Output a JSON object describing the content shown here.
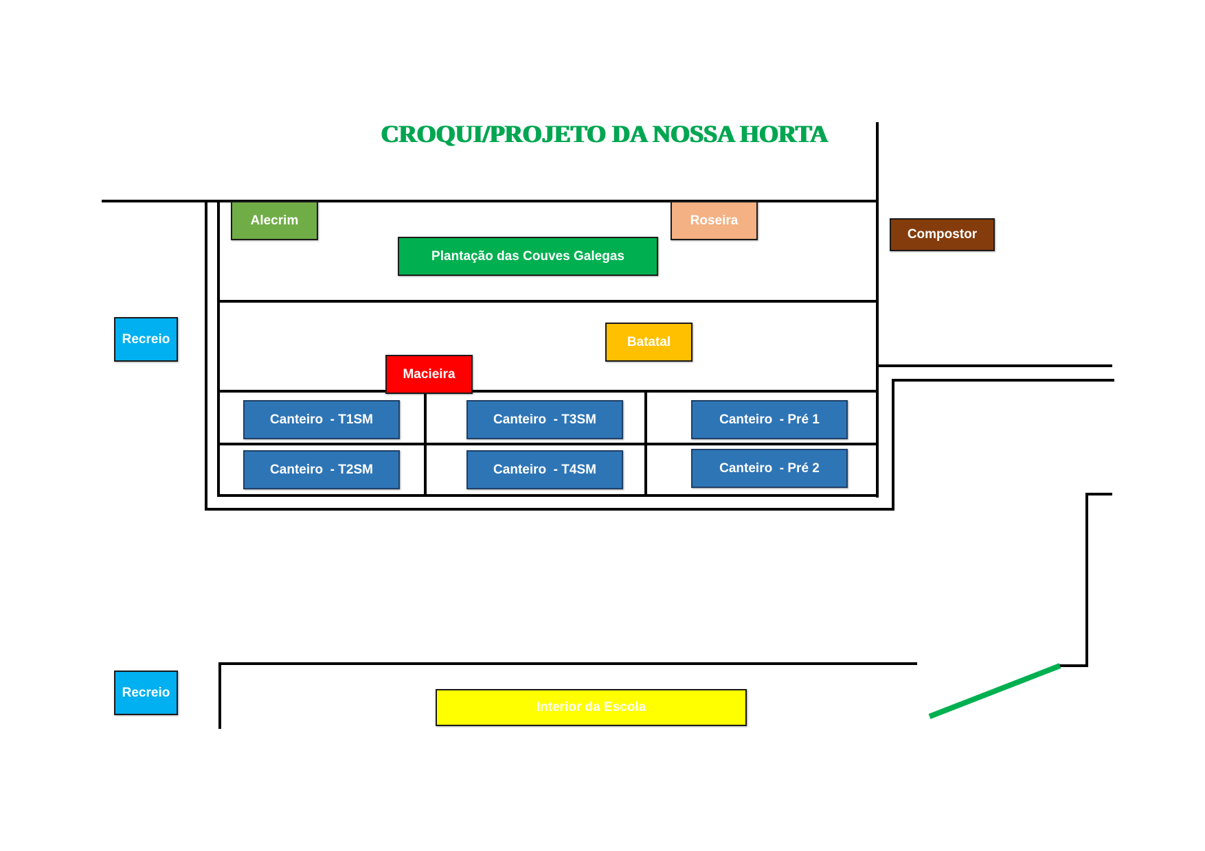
{
  "title": "CROQUI/PROJETO DA NOSSA HORTA",
  "colors": {
    "title": "#00a651",
    "alecrim": "#70ad47",
    "roseira": "#f4b183",
    "compostor": "#843c0c",
    "couves": "#00b050",
    "recreio": "#00b0f0",
    "batatal": "#ffc000",
    "macieira": "#ff0000",
    "canteiro": "#2e75b6",
    "escola": "#ffff00",
    "gate": "#00b050",
    "lines": "#000000"
  },
  "labels": {
    "alecrim": "Alecrim",
    "roseira": "Roseira",
    "compostor": "Compostor",
    "couves": "Plantação das Couves Galegas",
    "recreio_top": "Recreio",
    "recreio_bottom": "Recreio",
    "batatal": "Batatal",
    "macieira": "Macieira",
    "escola": "Interior da Escola"
  },
  "canteiros": [
    "Canteiro  - T1SM",
    "Canteiro  - T3SM",
    "Canteiro  - Pré 1",
    "Canteiro  - T2SM",
    "Canteiro  - T4SM",
    "Canteiro  - Pré 2"
  ]
}
